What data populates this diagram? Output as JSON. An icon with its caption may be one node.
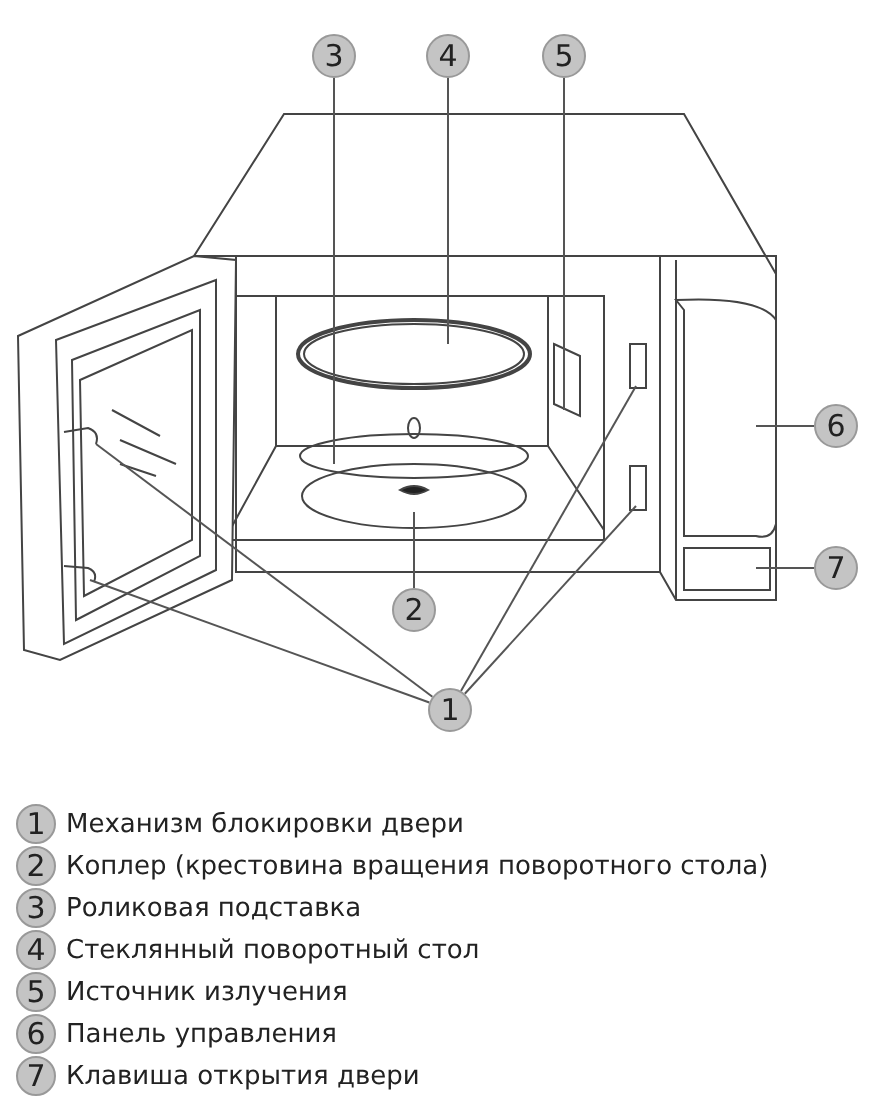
{
  "diagram": {
    "nodes": [
      {
        "text": [
          "3"
        ]
      },
      {
        "text": [
          "4"
        ]
      },
      {
        "text": [
          "5"
        ]
      },
      {
        "text": [
          "6"
        ]
      },
      {
        "text": [
          "7"
        ]
      },
      {
        "text": [
          "2"
        ]
      },
      {
        "text": [
          "1"
        ]
      },
      {
        "text": [
          "1"
        ],
        "beside": [
          "Механизм блокировки двери"
        ]
      },
      {
        "text": [
          "2"
        ],
        "beside": [
          "Коплер (крестовина вращения поворотного стола)"
        ]
      },
      {
        "text": [
          "3"
        ],
        "beside": [
          "Роликовая подставка"
        ]
      },
      {
        "text": [
          "4"
        ],
        "beside": [
          "Стеклянный поворотный стол"
        ]
      },
      {
        "text": [
          "5"
        ],
        "beside": [
          "Источник излучения"
        ]
      },
      {
        "text": [
          "6"
        ],
        "beside": [
          "Панель управления"
        ]
      },
      {
        "text": [
          "7"
        ],
        "beside": [
          "Клавиша открытия двери"
        ]
      }
    ],
    "edges": [
      {
        "from": 0,
        "to": null,
        "arrow": "none"
      },
      {
        "from": 1,
        "to": null,
        "arrow": "none"
      },
      {
        "from": 2,
        "to": null,
        "arrow": "none"
      },
      {
        "from": 3,
        "to": null,
        "arrow": "none"
      },
      {
        "from": 4,
        "to": null,
        "arrow": "none"
      },
      {
        "from": 5,
        "to": null,
        "arrow": "none"
      },
      {
        "from": 6,
        "to": null,
        "arrow": "none"
      },
      {
        "from": 6,
        "to": null,
        "arrow": "none"
      },
      {
        "from": 6,
        "to": null,
        "arrow": "none"
      },
      {
        "from": 6,
        "to": null,
        "arrow": "none"
      }
    ]
  }
}
